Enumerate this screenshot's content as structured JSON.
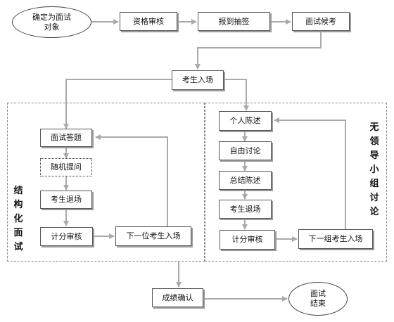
{
  "start": "确定为面试\n对象",
  "steps": {
    "qualification": "资格审核",
    "report_draw": "报到抽签",
    "waiting": "面试候考",
    "enter": "考生入场",
    "answer": "面试答题",
    "random_q": "随机提问",
    "exit_left": "考生退场",
    "score_left": "计分审核",
    "next_candidate": "下一位考生入场",
    "personal": "个人陈述",
    "free": "自由讨论",
    "summary": "总结陈述",
    "exit_right": "考生退场",
    "score_right": "计分审核",
    "next_group": "下一组考生入场",
    "confirm": "成绩确认"
  },
  "end": "面试\n结束",
  "sections": {
    "structured": "结构化面试",
    "leaderless": "无领导小组讨论"
  }
}
